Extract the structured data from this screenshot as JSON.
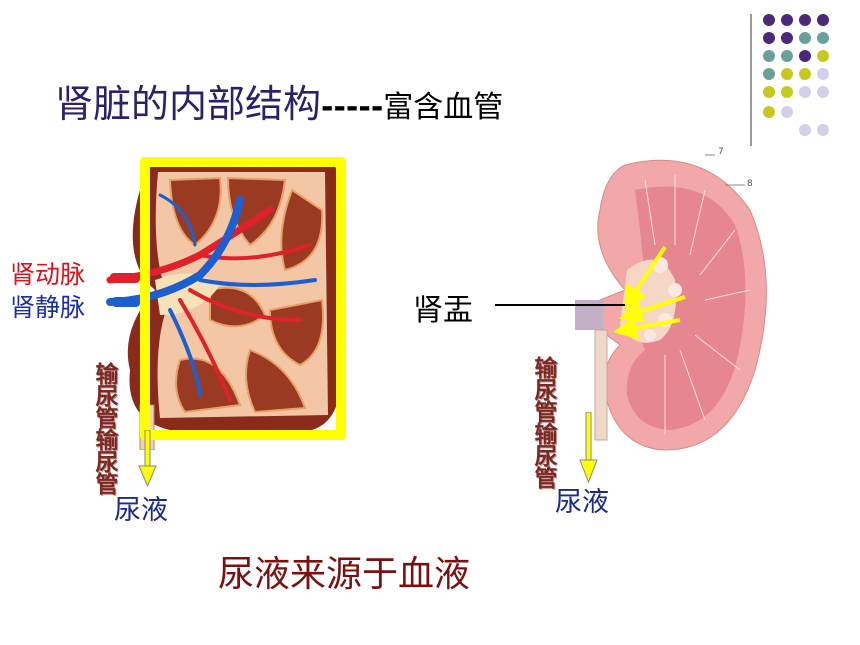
{
  "title": {
    "main": "肾脏的内部结构",
    "dashes": "-----",
    "sub": "富含血管"
  },
  "left_figure": {
    "artery_label": "肾动脉",
    "vein_label": "肾静脉",
    "ureter_label": "输尿管输尿管",
    "urine_label": "尿液"
  },
  "right_figure": {
    "pelvis_label": "肾盂",
    "ureter_label": "输尿管输尿管",
    "urine_label": "尿液",
    "marker_7": "7",
    "marker_8": "8"
  },
  "caption": "尿液来源于血液",
  "colors": {
    "title": "#2e1f6b",
    "highlight_frame": "#ffff00",
    "artery": "#e0101a",
    "vein": "#1a2ea8",
    "caption": "#7a1010",
    "dot_purple": "#4a2a78",
    "dot_teal": "#6aa09a",
    "dot_yellow": "#c8c81e",
    "dot_lavender": "#d4d0e8"
  }
}
